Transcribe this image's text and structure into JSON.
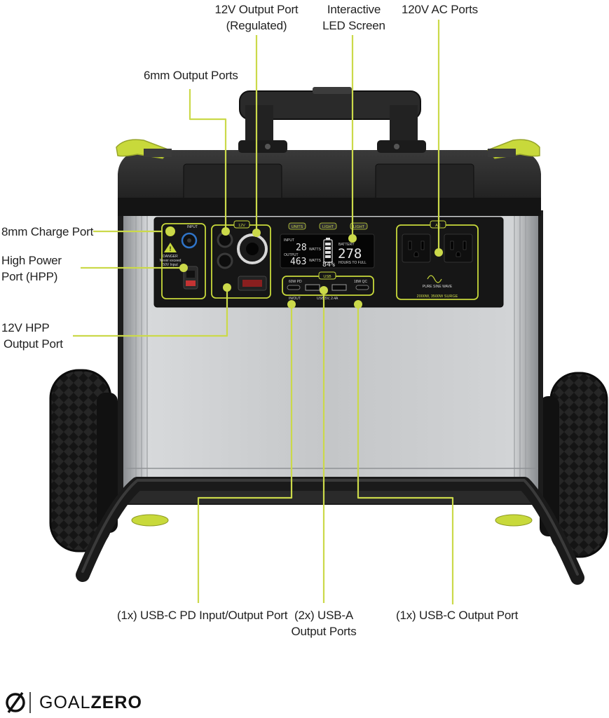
{
  "labels": {
    "output_12v_line1": "12V  Output Port",
    "output_12v_line2": "(Regulated)",
    "led_line1": "Interactive",
    "led_line2": "LED Screen",
    "ac_ports": "120V AC Ports",
    "mm6_ports": "6mm Output Ports",
    "charge_8mm": "8mm Charge Port",
    "hpp_line1": "High Power",
    "hpp_line2": "Port (HPP)",
    "hpp12_line1": "12V HPP",
    "hpp12_line2": "Output Port",
    "usbc_pd": "(1x) USB-C PD Input/Output Port",
    "usba_line1": "(2x) USB-A",
    "usba_line2": "Output Ports",
    "usbc_out": "(1x) USB-C Output Port"
  },
  "panel": {
    "input_tag": "INPUT",
    "danger_text": "DANGER",
    "never_exceed": "Never exceed",
    "max_input": "50V Input",
    "v12_tag": "12V",
    "units_btn": "UNITS",
    "light_btn": "LIGHT",
    "light_btn2": "LIGHT",
    "usb_tag": "USB",
    "pd_label": "60W PD",
    "qc_label": "18W QC",
    "inout_label": "IN/OUT",
    "usb_rating": "USB 5V, 2.4A",
    "ac_tag": "AC",
    "pure_sine": "PURE SINE WAVE",
    "surge_text": "2000W, 3500W SURGE"
  },
  "screen": {
    "input_label": "INPUT",
    "input_value": "28",
    "output_label": "OUTPUT",
    "output_value": "463",
    "watts": "WATTS",
    "battery_label": "BATTERY",
    "battery_value": "278",
    "battery_percent": "84%",
    "hours_to_full": "HOURS TO FULL"
  },
  "brand": {
    "logo_text": "GOALZERO",
    "logo_part1": "GOAL",
    "logo_part2": "ZERO"
  },
  "colors": {
    "accent": "#c8d93b",
    "callout_line": "#cbd94a",
    "body_dark": "#1d1d1d",
    "aluminum": "#b9bbbd"
  }
}
